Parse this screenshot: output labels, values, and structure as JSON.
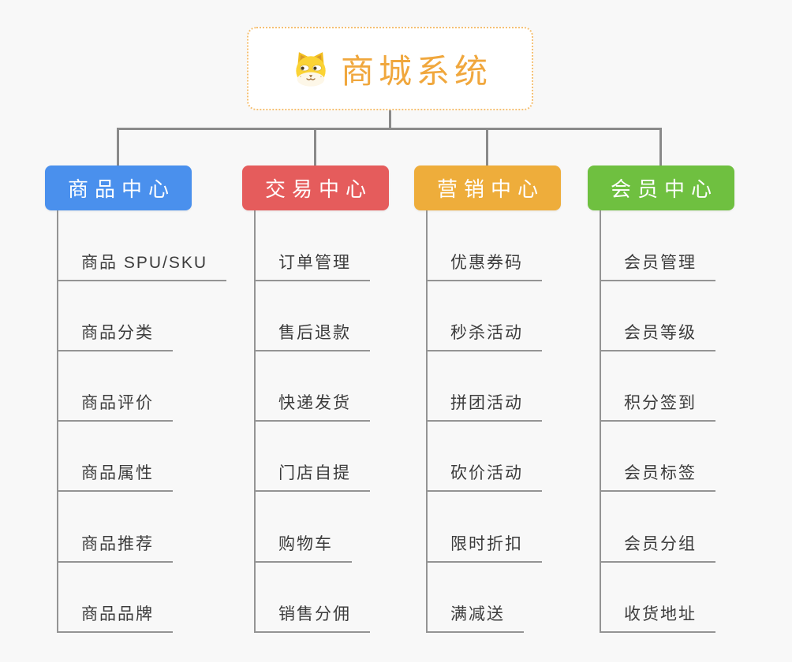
{
  "root": {
    "title": "商城系统",
    "icon": "doge-face",
    "text_color": "#f0a73d",
    "border_color": "#f5c073"
  },
  "colors": {
    "background": "#f8f8f8",
    "connector": "#8a8a8a",
    "thin_line": "#949494",
    "leaf_text": "#3c3c3c"
  },
  "branches": [
    {
      "label": "商品中心",
      "color": "#4a90ed",
      "items": [
        "商品 SPU/SKU",
        "商品分类",
        "商品评价",
        "商品属性",
        "商品推荐",
        "商品品牌"
      ]
    },
    {
      "label": "交易中心",
      "color": "#e55c5c",
      "items": [
        "订单管理",
        "售后退款",
        "快递发货",
        "门店自提",
        "购物车",
        "销售分佣"
      ]
    },
    {
      "label": "营销中心",
      "color": "#eead3b",
      "items": [
        "优惠券码",
        "秒杀活动",
        "拼团活动",
        "砍价活动",
        "限时折扣",
        "满减送"
      ]
    },
    {
      "label": "会员中心",
      "color": "#6fc040",
      "items": [
        "会员管理",
        "会员等级",
        "积分签到",
        "会员标签",
        "会员分组",
        "收货地址"
      ]
    }
  ]
}
